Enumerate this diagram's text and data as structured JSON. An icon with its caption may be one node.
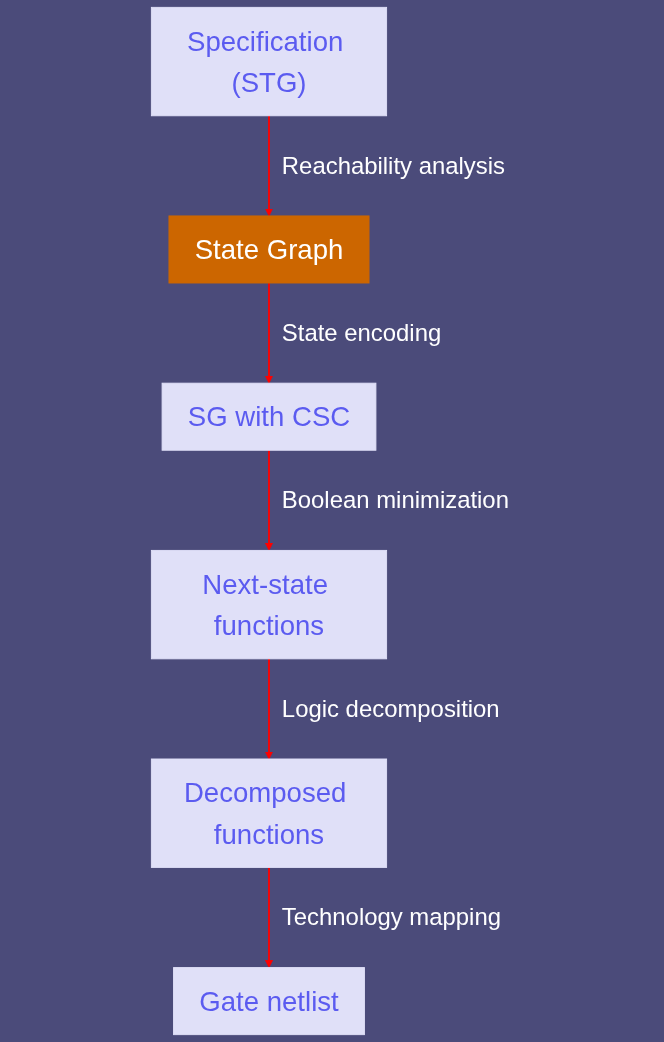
{
  "diagram": {
    "nodes": [
      {
        "text": [
          "Specification (STG)"
        ]
      },
      {
        "text": [
          "State Graph"
        ]
      },
      {
        "text": [
          "SG with CSC"
        ]
      },
      {
        "text": [
          "Next-state functions"
        ]
      },
      {
        "text": [
          "Decomposed functions"
        ]
      },
      {
        "text": [
          "Gate netlist"
        ]
      }
    ],
    "edges": [
      {
        "from": 0,
        "to": 1,
        "arrow": "to",
        "label": "Reachability analysis"
      },
      {
        "from": 1,
        "to": 2,
        "arrow": "to",
        "label": "State encoding"
      },
      {
        "from": 2,
        "to": 3,
        "arrow": "to",
        "label": "Boolean minimization"
      },
      {
        "from": 3,
        "to": 4,
        "arrow": "to",
        "label": "Logic decomposition"
      },
      {
        "from": 4,
        "to": 5,
        "arrow": "to",
        "label": "Technology mapping"
      }
    ]
  }
}
